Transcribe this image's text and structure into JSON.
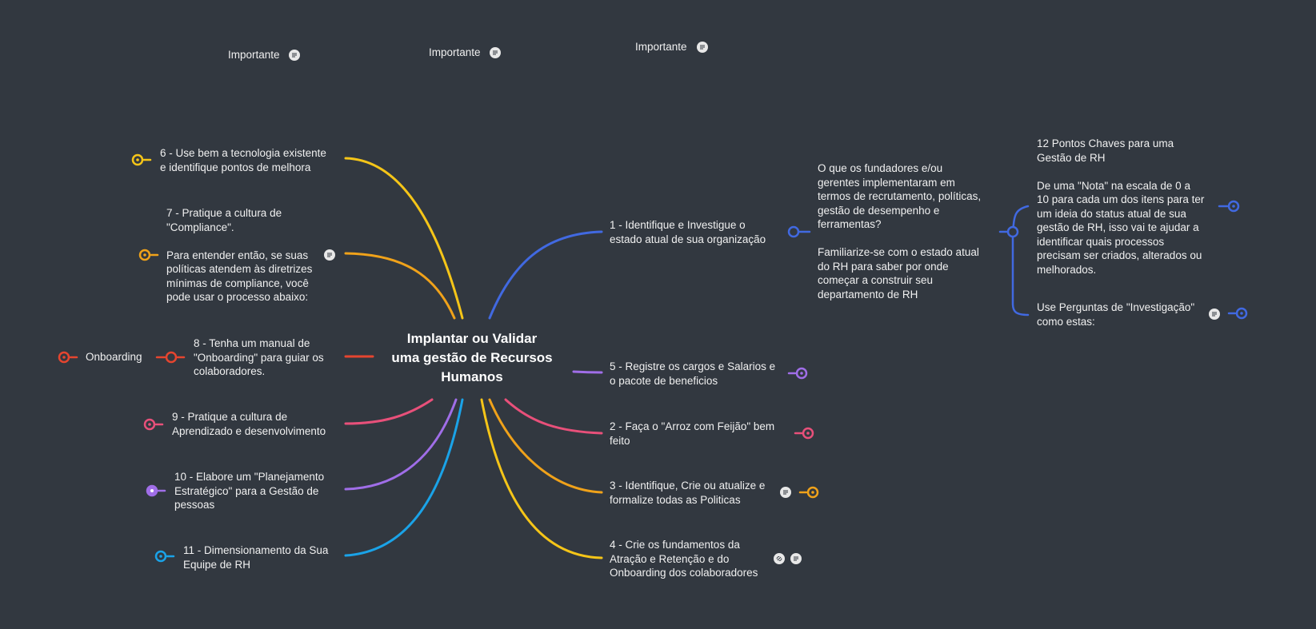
{
  "central_topic": "Implantar ou Validar\numa gestão de Recursos\nHumanos",
  "floating_labels": [
    "Importante",
    "Importante",
    "Importante"
  ],
  "colors": {
    "background": "#323840",
    "blue": "#4169e1",
    "yellow": "#f5c518",
    "orange": "#f0a21a",
    "red": "#e5452f",
    "pink": "#e8507a",
    "purple": "#a06ee8",
    "cyan": "#1aa3e8"
  },
  "branches": {
    "b1": "1 - Identifique e Investigue o\nestado atual de sua organização",
    "b1_child": "O que os fundadores e/ou\ngerentes implementaram em\ntermos de recrutamento, políticas,\ngestão de desempenho e\nferramentas?\n\nFamiliarize-se com o estado atual\ndo RH para saber por onde\ncomeçar a construir seu\ndepartamento de RH",
    "b1_leaf1": "12 Pontos Chaves para uma\nGestão de RH\n\nDe uma \"Nota\" na escala de 0 a\n10 para cada um dos itens para ter\num ideia do status atual de sua\ngestão de RH, isso vai te ajudar a\nidentificar quais processos\nprecisam ser criados, alterados ou\nmelhorados.",
    "b1_leaf2": "Use Perguntas de \"Investigação\"\n como estas:",
    "b5": "5 - Registre os cargos e Salarios e\no pacote de beneficios",
    "b2": "2 - Faça o \"Arroz com Feijão\" bem\nfeito",
    "b3": "3 - Identifique, Crie ou atualize e\nformalize todas as Politicas",
    "b4": "4 - Crie os fundamentos da\nAtração e Retenção e do\nOnboarding dos colaboradores",
    "b6": "6 - Use bem a tecnologia existente\ne identifique pontos de melhora",
    "b7": "7 -  Pratique a cultura de\n\"Compliance\".\n\nPara entender então, se suas\npolíticas atendem às diretrizes\nmínimas de compliance, você\npode usar o processo abaixo:",
    "b8": "8 - Tenha um manual de\n\"Onboarding\" para guiar os\ncolaboradores.",
    "b8_child": "Onboarding",
    "b9": "9 - Pratique a cultura de\nAprendizado e desenvolvimento",
    "b10": "10 -  Elabore um \"Planejamento\nEstratégico\" para a Gestão de\npessoas",
    "b11": "11 - Dimensionamento da Sua\nEquipe de RH"
  },
  "icons": [
    "note-icon",
    "link-icon",
    "collapse-icon"
  ]
}
